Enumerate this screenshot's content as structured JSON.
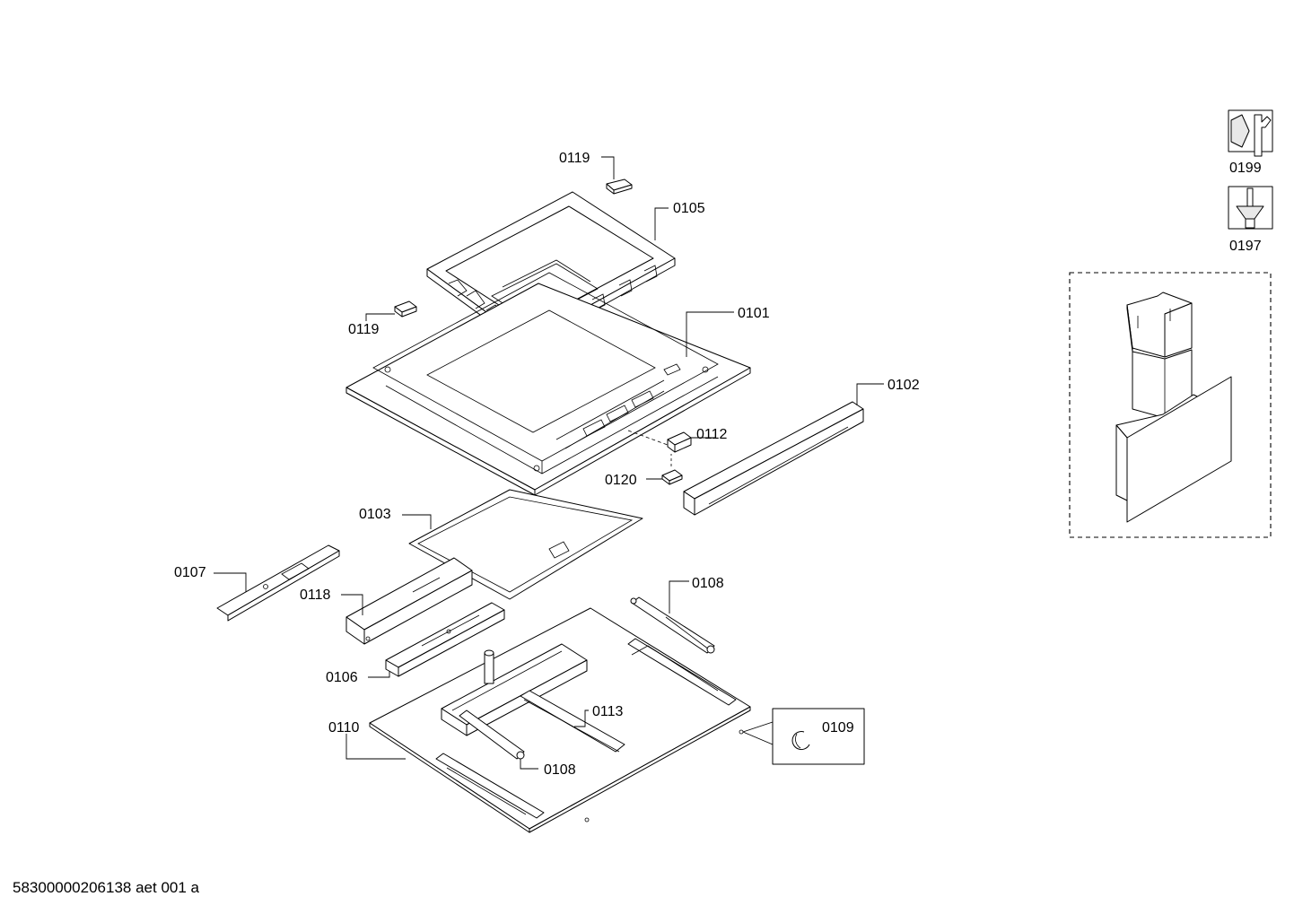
{
  "labels": {
    "p0119a": "0119",
    "p0105": "0105",
    "p0119b": "0119",
    "p0101": "0101",
    "p0102": "0102",
    "p0112": "0112",
    "p0120": "0120",
    "p0103": "0103",
    "p0107": "0107",
    "p0118": "0118",
    "p0108a": "0108",
    "p0106": "0106",
    "p0110": "0110",
    "p0113": "0113",
    "p0109": "0109",
    "p0108b": "0108",
    "p0199": "0199",
    "p0197": "0197"
  },
  "footer": "58300000206138 aet 001 a",
  "icons": {
    "p0199": "nut-wrench-icon",
    "p0197": "screw-icon"
  }
}
